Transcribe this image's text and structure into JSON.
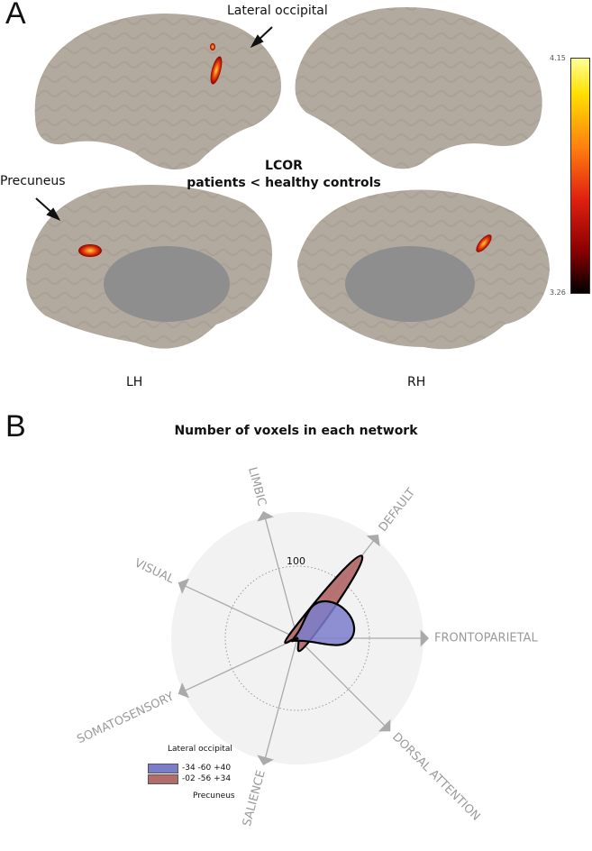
{
  "panel_a": {
    "letter": "A",
    "annotation_lateral": "Lateral occipital",
    "annotation_precuneus": "Precuneus",
    "title_line1": "LCOR",
    "title_line2": "patients < healthy controls",
    "hemi_left": "LH",
    "hemi_right": "RH",
    "colorbar": {
      "max": "4.15",
      "min": "3.26",
      "colors": [
        "#000000",
        "#8b0000",
        "#e02010",
        "#ff7f10",
        "#ffe000",
        "#ffff99"
      ]
    }
  },
  "panel_b": {
    "letter": "B",
    "title": "Number of voxels in each network",
    "radial_tick": "100",
    "axes": [
      "DEFAULT",
      "FRONTOPARIETAL",
      "DORSAL ATTENTION",
      "SALIENCE",
      "SOMATOSENSORY",
      "VISUAL",
      "LIMBIC"
    ],
    "legend_header": "Lateral occipital",
    "legend_footer": "Precuneus",
    "series": [
      {
        "name": "-34 -60 +40",
        "color": "#7c7ccc"
      },
      {
        "name": "-02 -56 +34",
        "color": "#b36b6b"
      }
    ]
  },
  "chart_data": {
    "type": "radar",
    "title": "Number of voxels in each network",
    "categories": [
      "DEFAULT",
      "FRONTOPARIETAL",
      "DORSAL ATTENTION",
      "SALIENCE",
      "SOMATOSENSORY",
      "VISUAL",
      "LIMBIC"
    ],
    "radial_ticks": [
      100
    ],
    "series": [
      {
        "name": "-34 -60 +40",
        "values": [
          65,
          75,
          5,
          0,
          0,
          0,
          5
        ]
      },
      {
        "name": "-02 -56 +34",
        "values": [
          145,
          20,
          0,
          0,
          0,
          0,
          15
        ]
      }
    ]
  }
}
